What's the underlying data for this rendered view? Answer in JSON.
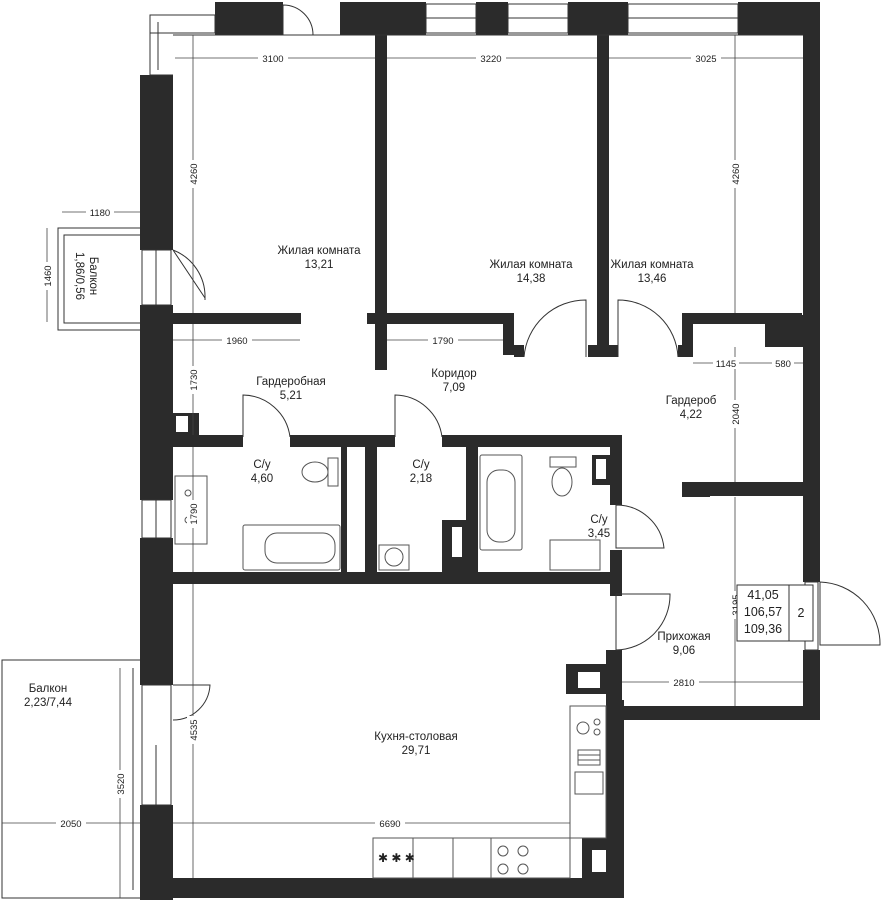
{
  "rooms": {
    "living1": {
      "name": "Жилая комната",
      "area": "13,21"
    },
    "living2": {
      "name": "Жилая комната",
      "area": "14,38"
    },
    "living3": {
      "name": "Жилая комната",
      "area": "13,46"
    },
    "dressing_room": {
      "name": "Гардеробная",
      "area": "5,21"
    },
    "corridor": {
      "name": "Коридор",
      "area": "7,09"
    },
    "wardrobe": {
      "name": "Гардероб",
      "area": "4,22"
    },
    "bath1": {
      "name": "С/у",
      "area": "4,60"
    },
    "bath2": {
      "name": "С/у",
      "area": "2,18"
    },
    "bath3": {
      "name": "С/у",
      "area": "3,45"
    },
    "hall": {
      "name": "Прихожая",
      "area": "9,06"
    },
    "kitchen": {
      "name": "Кухня-столовая",
      "area": "29,71"
    },
    "balcony_small": {
      "name": "Балкон",
      "area": "1,86/0,56"
    },
    "balcony_big": {
      "name": "Балкон",
      "area": "2,23/7,44"
    }
  },
  "dimensions": {
    "d3100": "3100",
    "d3220": "3220",
    "d3025": "3025",
    "d4260_left": "4260",
    "d4260_right": "4260",
    "d1180": "1180",
    "d1460": "1460",
    "d1960": "1960",
    "d1790_corr": "1790",
    "d1730": "1730",
    "d1145": "1145",
    "d580": "580",
    "d2040": "2040",
    "d1790_bath": "1790",
    "d3195": "3195",
    "d2810": "2810",
    "d4535": "4535",
    "d3520": "3520",
    "d2050": "2050",
    "d6690": "6690"
  },
  "summary": {
    "living_area": "41,05",
    "total_area": "106,57",
    "total_with_balconies": "109,36",
    "rooms_count": "2"
  },
  "colors": {
    "wall": "#2b2b2b",
    "line": "#333333",
    "fixture": "#555555"
  }
}
